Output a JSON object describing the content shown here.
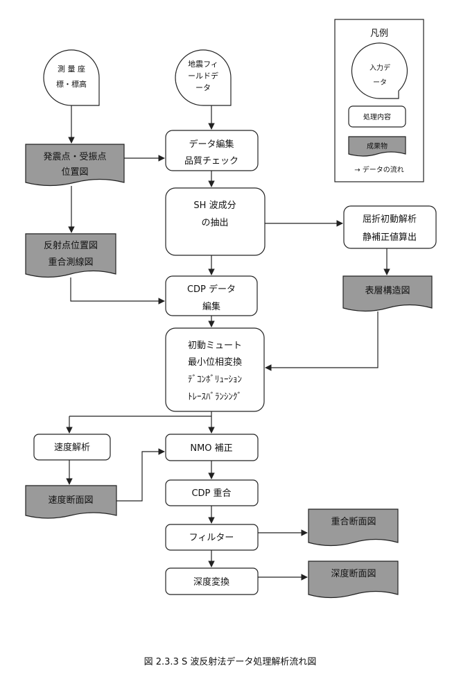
{
  "legend": {
    "title": "凡例",
    "input_line1": "入力デ",
    "input_line2": "ータ",
    "process": "処理内容",
    "product": "成果物",
    "flow": "→ データの流れ"
  },
  "inputs": {
    "survey": [
      "測 量 座",
      "標・標高"
    ],
    "field": [
      "地震フィ",
      "ールドデ",
      "ータ"
    ]
  },
  "products": {
    "shot_receiver": [
      "発震点・受振点",
      "位置図"
    ],
    "reflection_map": [
      "反射点位置図",
      "重合測線図"
    ],
    "surface_layer": "表層構造図",
    "velocity_section": "速度断面図",
    "stack_section": "重合断面図",
    "depth_section": "深度断面図"
  },
  "processes": {
    "data_edit": [
      "データ編集",
      "品質チェック"
    ],
    "sh_extract": [
      "SH 波成分",
      "の抽出"
    ],
    "refraction": [
      "屈折初動解析",
      "静補正値算出"
    ],
    "cdp_edit": [
      "CDP データ",
      "編集"
    ],
    "deconv": [
      "初動ミュート",
      "最小位相変換",
      "ﾃﾞｺﾝﾎﾞﾘｭｰｼｮﾝ",
      "ﾄﾚｰｽﾊﾞﾗﾝｼﾝｸﾞ"
    ],
    "velocity_analysis": "速度解析",
    "nmo": "NMO 補正",
    "cdp_stack": "CDP 重合",
    "filter": "フィルター",
    "depth_conversion": "深度変換"
  },
  "caption": "図 2.3.3 S 波反射法データ処理解析流れ図"
}
